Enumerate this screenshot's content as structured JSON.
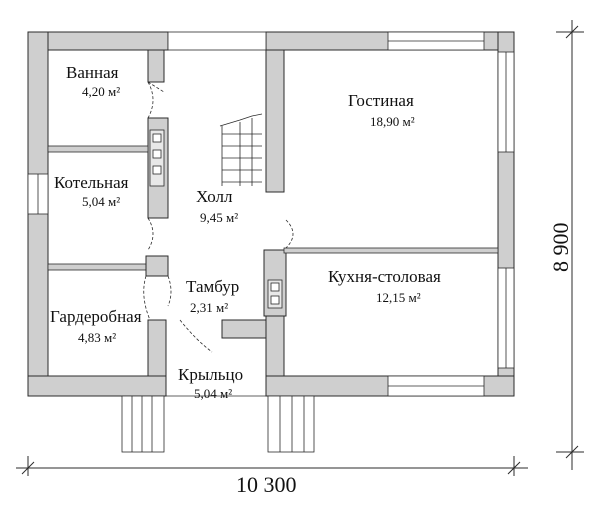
{
  "rooms": {
    "bathroom": {
      "name": "Ванная",
      "area": "4,20 м²"
    },
    "living": {
      "name": "Гостиная",
      "area": "18,90 м²"
    },
    "boiler": {
      "name": "Котельная",
      "area": "5,04 м²"
    },
    "hall": {
      "name": "Холл",
      "area": "9,45 м²"
    },
    "vestibule": {
      "name": "Тамбур",
      "area": "2,31 м²"
    },
    "kitchen": {
      "name": "Кухня-столовая",
      "area": "12,15 м²"
    },
    "wardrobe": {
      "name": "Гардеробная",
      "area": "4,83 м²"
    },
    "porch": {
      "name": "Крыльцо",
      "area": "5,04 м²"
    }
  },
  "dimensions": {
    "width": "10 300",
    "height": "8 900"
  }
}
